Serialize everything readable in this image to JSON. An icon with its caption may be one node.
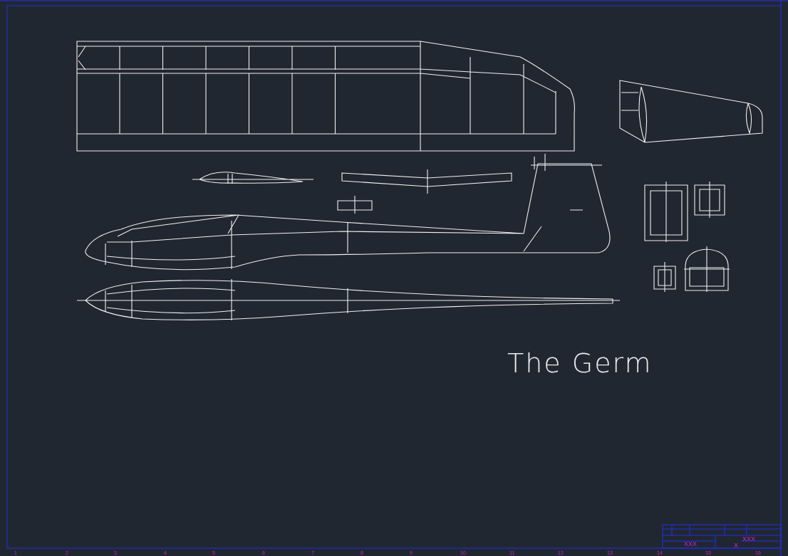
{
  "diagram": {
    "title": "The Germ",
    "labels": [
      "1",
      "2",
      "3",
      "4",
      "5",
      "6",
      "7",
      "8",
      "9",
      "10",
      "11",
      "12",
      "13",
      "14",
      "15",
      "16",
      "XXX",
      "XXX",
      "X"
    ]
  }
}
